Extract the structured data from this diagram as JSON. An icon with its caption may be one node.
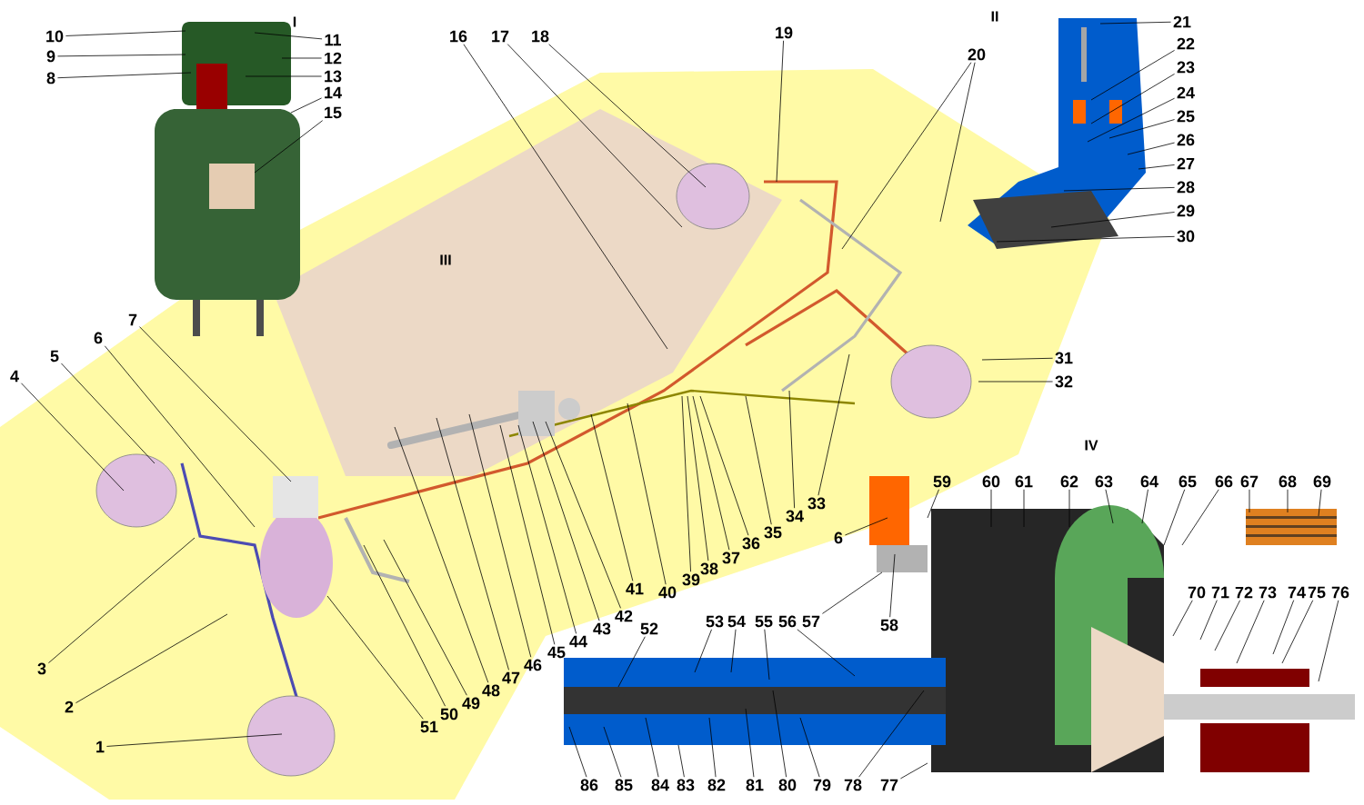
{
  "diagram": {
    "nodes": [
      {
        "text": [
          "1"
        ]
      },
      {
        "text": [
          "2"
        ]
      },
      {
        "text": [
          "3"
        ]
      },
      {
        "text": [
          "4"
        ]
      },
      {
        "text": [
          "5"
        ]
      },
      {
        "text": [
          "6"
        ]
      },
      {
        "text": [
          "6"
        ]
      },
      {
        "text": [
          "7"
        ]
      },
      {
        "text": [
          "8"
        ]
      },
      {
        "text": [
          "9"
        ]
      },
      {
        "text": [
          "10"
        ]
      },
      {
        "text": [
          "11"
        ]
      },
      {
        "text": [
          "12"
        ]
      },
      {
        "text": [
          "13"
        ]
      },
      {
        "text": [
          "14"
        ]
      },
      {
        "text": [
          "15"
        ]
      },
      {
        "text": [
          "16"
        ]
      },
      {
        "text": [
          "17"
        ]
      },
      {
        "text": [
          "18"
        ]
      },
      {
        "text": [
          "19"
        ]
      },
      {
        "text": [
          "20"
        ]
      },
      {
        "text": [
          "21"
        ]
      },
      {
        "text": [
          "22"
        ]
      },
      {
        "text": [
          "23"
        ]
      },
      {
        "text": [
          "24"
        ]
      },
      {
        "text": [
          "25"
        ]
      },
      {
        "text": [
          "26"
        ]
      },
      {
        "text": [
          "27"
        ]
      },
      {
        "text": [
          "28"
        ]
      },
      {
        "text": [
          "29"
        ]
      },
      {
        "text": [
          "30"
        ]
      },
      {
        "text": [
          "31"
        ]
      },
      {
        "text": [
          "32"
        ]
      },
      {
        "text": [
          "33"
        ]
      },
      {
        "text": [
          "34"
        ]
      },
      {
        "text": [
          "35"
        ]
      },
      {
        "text": [
          "36"
        ]
      },
      {
        "text": [
          "37"
        ]
      },
      {
        "text": [
          "38"
        ]
      },
      {
        "text": [
          "39"
        ]
      },
      {
        "text": [
          "40"
        ]
      },
      {
        "text": [
          "41"
        ]
      },
      {
        "text": [
          "42"
        ]
      },
      {
        "text": [
          "43"
        ]
      },
      {
        "text": [
          "44"
        ]
      },
      {
        "text": [
          "45"
        ]
      },
      {
        "text": [
          "46"
        ]
      },
      {
        "text": [
          "47"
        ]
      },
      {
        "text": [
          "48"
        ]
      },
      {
        "text": [
          "49"
        ]
      },
      {
        "text": [
          "50"
        ]
      },
      {
        "text": [
          "51"
        ]
      },
      {
        "text": [
          "52"
        ]
      },
      {
        "text": [
          "53"
        ]
      },
      {
        "text": [
          "54"
        ]
      },
      {
        "text": [
          "55"
        ]
      },
      {
        "text": [
          "56"
        ]
      },
      {
        "text": [
          "57"
        ]
      },
      {
        "text": [
          "58"
        ]
      },
      {
        "text": [
          "59"
        ]
      },
      {
        "text": [
          "60"
        ]
      },
      {
        "text": [
          "61"
        ]
      },
      {
        "text": [
          "62"
        ]
      },
      {
        "text": [
          "63"
        ]
      },
      {
        "text": [
          "64"
        ]
      },
      {
        "text": [
          "65"
        ]
      },
      {
        "text": [
          "66"
        ]
      },
      {
        "text": [
          "67"
        ]
      },
      {
        "text": [
          "68"
        ]
      },
      {
        "text": [
          "69"
        ]
      },
      {
        "text": [
          "70"
        ]
      },
      {
        "text": [
          "71"
        ]
      },
      {
        "text": [
          "72"
        ]
      },
      {
        "text": [
          "73"
        ]
      },
      {
        "text": [
          "74"
        ]
      },
      {
        "text": [
          "75"
        ]
      },
      {
        "text": [
          "76"
        ]
      },
      {
        "text": [
          "77"
        ]
      },
      {
        "text": [
          "78"
        ]
      },
      {
        "text": [
          "79"
        ]
      },
      {
        "text": [
          "80"
        ]
      },
      {
        "text": [
          "81"
        ]
      },
      {
        "text": [
          "82"
        ]
      },
      {
        "text": [
          "83"
        ]
      },
      {
        "text": [
          "84"
        ]
      },
      {
        "text": [
          "85"
        ]
      },
      {
        "text": [
          "86"
        ]
      }
    ],
    "edges": [
      {
        "from": 0,
        "to": null,
        "arrow": "none"
      },
      {
        "from": 1,
        "to": null,
        "arrow": "none"
      },
      {
        "from": 2,
        "to": null,
        "arrow": "none"
      },
      {
        "from": 3,
        "to": null,
        "arrow": "none"
      },
      {
        "from": 4,
        "to": null,
        "arrow": "none"
      },
      {
        "from": 5,
        "to": null,
        "arrow": "none"
      },
      {
        "from": 6,
        "to": null,
        "arrow": "none"
      },
      {
        "from": 7,
        "to": null,
        "arrow": "none"
      },
      {
        "from": 8,
        "to": null,
        "arrow": "none"
      },
      {
        "from": 9,
        "to": null,
        "arrow": "none"
      },
      {
        "from": 10,
        "to": null,
        "arrow": "none"
      },
      {
        "from": 11,
        "to": null,
        "arrow": "none"
      },
      {
        "from": 12,
        "to": null,
        "arrow": "none"
      },
      {
        "from": 13,
        "to": null,
        "arrow": "none"
      },
      {
        "from": 14,
        "to": null,
        "arrow": "none"
      },
      {
        "from": 15,
        "to": null,
        "arrow": "none"
      },
      {
        "from": 16,
        "to": null,
        "arrow": "none"
      },
      {
        "from": 17,
        "to": null,
        "arrow": "none"
      },
      {
        "from": 18,
        "to": null,
        "arrow": "none"
      },
      {
        "from": 19,
        "to": null,
        "arrow": "none"
      },
      {
        "from": 20,
        "to": null,
        "arrow": "none"
      },
      {
        "from": 20,
        "to": null,
        "arrow": "none"
      },
      {
        "from": 21,
        "to": null,
        "arrow": "none"
      },
      {
        "from": 22,
        "to": null,
        "arrow": "none"
      },
      {
        "from": 23,
        "to": null,
        "arrow": "none"
      },
      {
        "from": 24,
        "to": null,
        "arrow": "none"
      },
      {
        "from": 25,
        "to": null,
        "arrow": "none"
      },
      {
        "from": 26,
        "to": null,
        "arrow": "none"
      },
      {
        "from": 27,
        "to": null,
        "arrow": "none"
      },
      {
        "from": 28,
        "to": null,
        "arrow": "none"
      },
      {
        "from": 29,
        "to": null,
        "arrow": "none"
      },
      {
        "from": 30,
        "to": null,
        "arrow": "none"
      },
      {
        "from": 31,
        "to": null,
        "arrow": "none"
      },
      {
        "from": 32,
        "to": null,
        "arrow": "none"
      },
      {
        "from": 33,
        "to": null,
        "arrow": "none"
      },
      {
        "from": 34,
        "to": null,
        "arrow": "none"
      },
      {
        "from": 35,
        "to": null,
        "arrow": "none"
      },
      {
        "from": 36,
        "to": null,
        "arrow": "none"
      },
      {
        "from": 37,
        "to": null,
        "arrow": "none"
      },
      {
        "from": 38,
        "to": null,
        "arrow": "none"
      },
      {
        "from": 39,
        "to": null,
        "arrow": "none"
      },
      {
        "from": 40,
        "to": null,
        "arrow": "none"
      },
      {
        "from": 41,
        "to": null,
        "arrow": "none"
      },
      {
        "from": 42,
        "to": null,
        "arrow": "none"
      },
      {
        "from": 43,
        "to": null,
        "arrow": "none"
      },
      {
        "from": 44,
        "to": null,
        "arrow": "none"
      },
      {
        "from": 45,
        "to": null,
        "arrow": "none"
      },
      {
        "from": 46,
        "to": null,
        "arrow": "none"
      },
      {
        "from": 47,
        "to": null,
        "arrow": "none"
      },
      {
        "from": 48,
        "to": null,
        "arrow": "none"
      },
      {
        "from": 49,
        "to": null,
        "arrow": "none"
      },
      {
        "from": 50,
        "to": null,
        "arrow": "none"
      },
      {
        "from": 51,
        "to": null,
        "arrow": "none"
      },
      {
        "from": 52,
        "to": null,
        "arrow": "none"
      },
      {
        "from": 53,
        "to": null,
        "arrow": "none"
      },
      {
        "from": 54,
        "to": null,
        "arrow": "none"
      },
      {
        "from": 55,
        "to": null,
        "arrow": "none"
      },
      {
        "from": 56,
        "to": null,
        "arrow": "none"
      },
      {
        "from": 57,
        "to": null,
        "arrow": "none"
      },
      {
        "from": 58,
        "to": null,
        "arrow": "none"
      },
      {
        "from": 59,
        "to": null,
        "arrow": "none"
      },
      {
        "from": 60,
        "to": null,
        "arrow": "none"
      },
      {
        "from": 61,
        "to": null,
        "arrow": "none"
      },
      {
        "from": 62,
        "to": null,
        "arrow": "none"
      },
      {
        "from": 63,
        "to": null,
        "arrow": "none"
      },
      {
        "from": 64,
        "to": null,
        "arrow": "none"
      },
      {
        "from": 65,
        "to": null,
        "arrow": "none"
      },
      {
        "from": 66,
        "to": null,
        "arrow": "none"
      },
      {
        "from": 67,
        "to": null,
        "arrow": "none"
      },
      {
        "from": 68,
        "to": null,
        "arrow": "none"
      },
      {
        "from": 69,
        "to": null,
        "arrow": "none"
      },
      {
        "from": 70,
        "to": null,
        "arrow": "none"
      },
      {
        "from": 71,
        "to": null,
        "arrow": "none"
      },
      {
        "from": 72,
        "to": null,
        "arrow": "none"
      },
      {
        "from": 73,
        "to": null,
        "arrow": "none"
      },
      {
        "from": 74,
        "to": null,
        "arrow": "none"
      },
      {
        "from": 75,
        "to": null,
        "arrow": "none"
      },
      {
        "from": 76,
        "to": null,
        "arrow": "none"
      },
      {
        "from": 77,
        "to": null,
        "arrow": "none"
      },
      {
        "from": 78,
        "to": null,
        "arrow": "none"
      },
      {
        "from": 79,
        "to": null,
        "arrow": "none"
      },
      {
        "from": 80,
        "to": null,
        "arrow": "none"
      },
      {
        "from": 81,
        "to": null,
        "arrow": "none"
      },
      {
        "from": 82,
        "to": null,
        "arrow": "none"
      },
      {
        "from": 83,
        "to": null,
        "arrow": "none"
      },
      {
        "from": 84,
        "to": null,
        "arrow": "none"
      },
      {
        "from": 85,
        "to": null,
        "arrow": "none"
      },
      {
        "from": 86,
        "to": null,
        "arrow": "none"
      }
    ],
    "labels": [
      "I",
      "II",
      "III",
      "IV"
    ]
  }
}
